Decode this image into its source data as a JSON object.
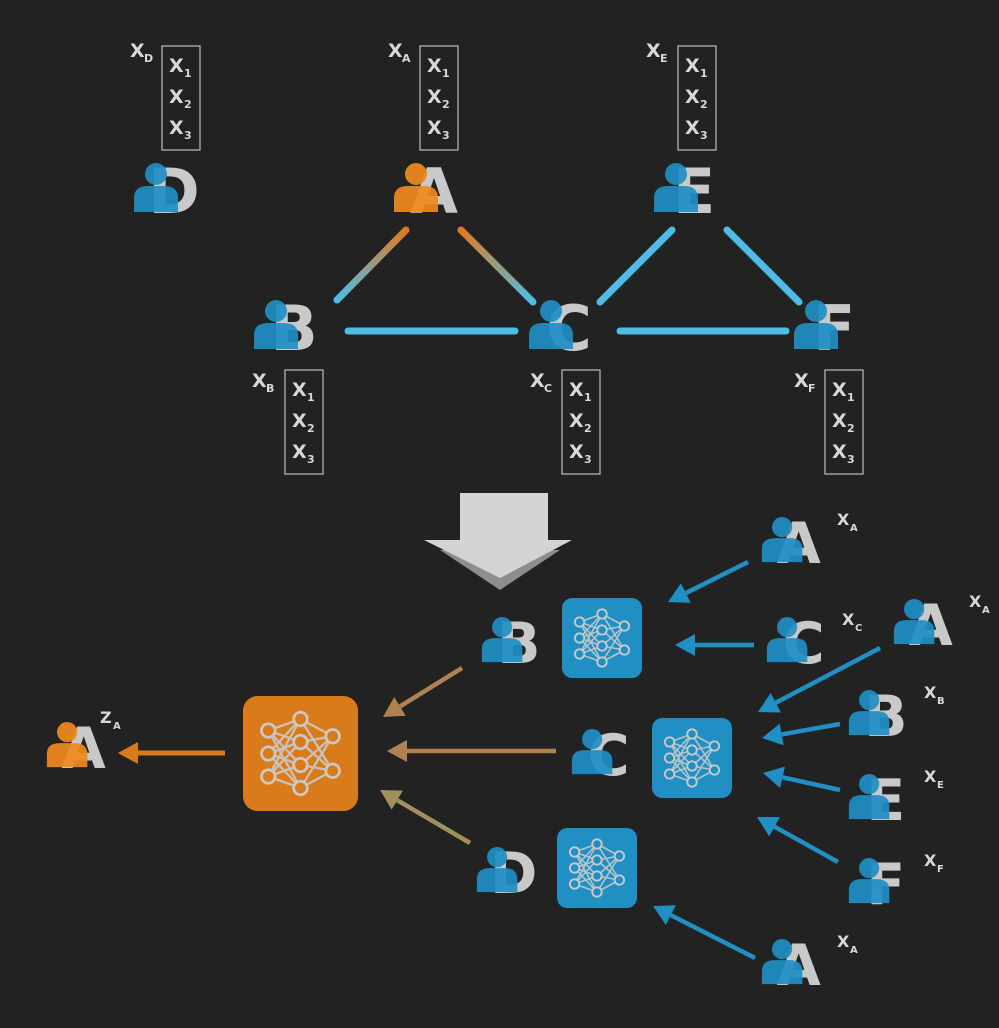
{
  "colors": {
    "background": "#222222",
    "blue": "#1f8fc4",
    "blue_light": "#4dbde6",
    "orange": "#f08a1c",
    "orange_dark": "#d97b1b",
    "letter": "#c9c9c9",
    "label": "#d8d8d8",
    "box_border": "#bdbdbd"
  },
  "icons": {
    "user": "user-icon",
    "network": "neural-network-icon",
    "arrow": "down-arrow-icon"
  },
  "graph": {
    "nodes": [
      {
        "id": "D",
        "letter": "D",
        "color": "blue",
        "feat_label": "X",
        "feat_sub": "D"
      },
      {
        "id": "A",
        "letter": "A",
        "color": "orange",
        "feat_label": "X",
        "feat_sub": "A"
      },
      {
        "id": "E",
        "letter": "E",
        "color": "blue",
        "feat_label": "X",
        "feat_sub": "E"
      },
      {
        "id": "B",
        "letter": "B",
        "color": "blue",
        "feat_label": "X",
        "feat_sub": "B"
      },
      {
        "id": "C",
        "letter": "C",
        "color": "blue",
        "feat_label": "X",
        "feat_sub": "C"
      },
      {
        "id": "F",
        "letter": "F",
        "color": "blue",
        "feat_label": "X",
        "feat_sub": "F"
      }
    ],
    "feature_rows": [
      {
        "label": "X",
        "sub": "1"
      },
      {
        "label": "X",
        "sub": "2"
      },
      {
        "label": "X",
        "sub": "3"
      }
    ],
    "edges": [
      {
        "from": "D",
        "to": "A",
        "style": "gradient"
      },
      {
        "from": "A",
        "to": "B",
        "style": "gradient"
      },
      {
        "from": "A",
        "to": "C",
        "style": "gradient"
      },
      {
        "from": "B",
        "to": "C",
        "style": "blue"
      },
      {
        "from": "C",
        "to": "E",
        "style": "blue"
      },
      {
        "from": "E",
        "to": "F",
        "style": "blue"
      },
      {
        "from": "C",
        "to": "F",
        "style": "blue"
      }
    ]
  },
  "aggregation": {
    "output": {
      "letter": "A",
      "label": "Z",
      "sub": "A"
    },
    "hop1": [
      {
        "letter": "B"
      },
      {
        "letter": "C"
      },
      {
        "letter": "D"
      }
    ],
    "hop2_b": [
      {
        "letter": "A",
        "label": "X",
        "sub": "A"
      },
      {
        "letter": "C",
        "label": "X",
        "sub": "C"
      }
    ],
    "hop2_c": [
      {
        "letter": "A",
        "label": "X",
        "sub": "A"
      },
      {
        "letter": "B",
        "label": "X",
        "sub": "B"
      },
      {
        "letter": "E",
        "label": "X",
        "sub": "E"
      },
      {
        "letter": "F",
        "label": "X",
        "sub": "F"
      }
    ],
    "hop2_d": [
      {
        "letter": "A",
        "label": "X",
        "sub": "A"
      }
    ]
  }
}
